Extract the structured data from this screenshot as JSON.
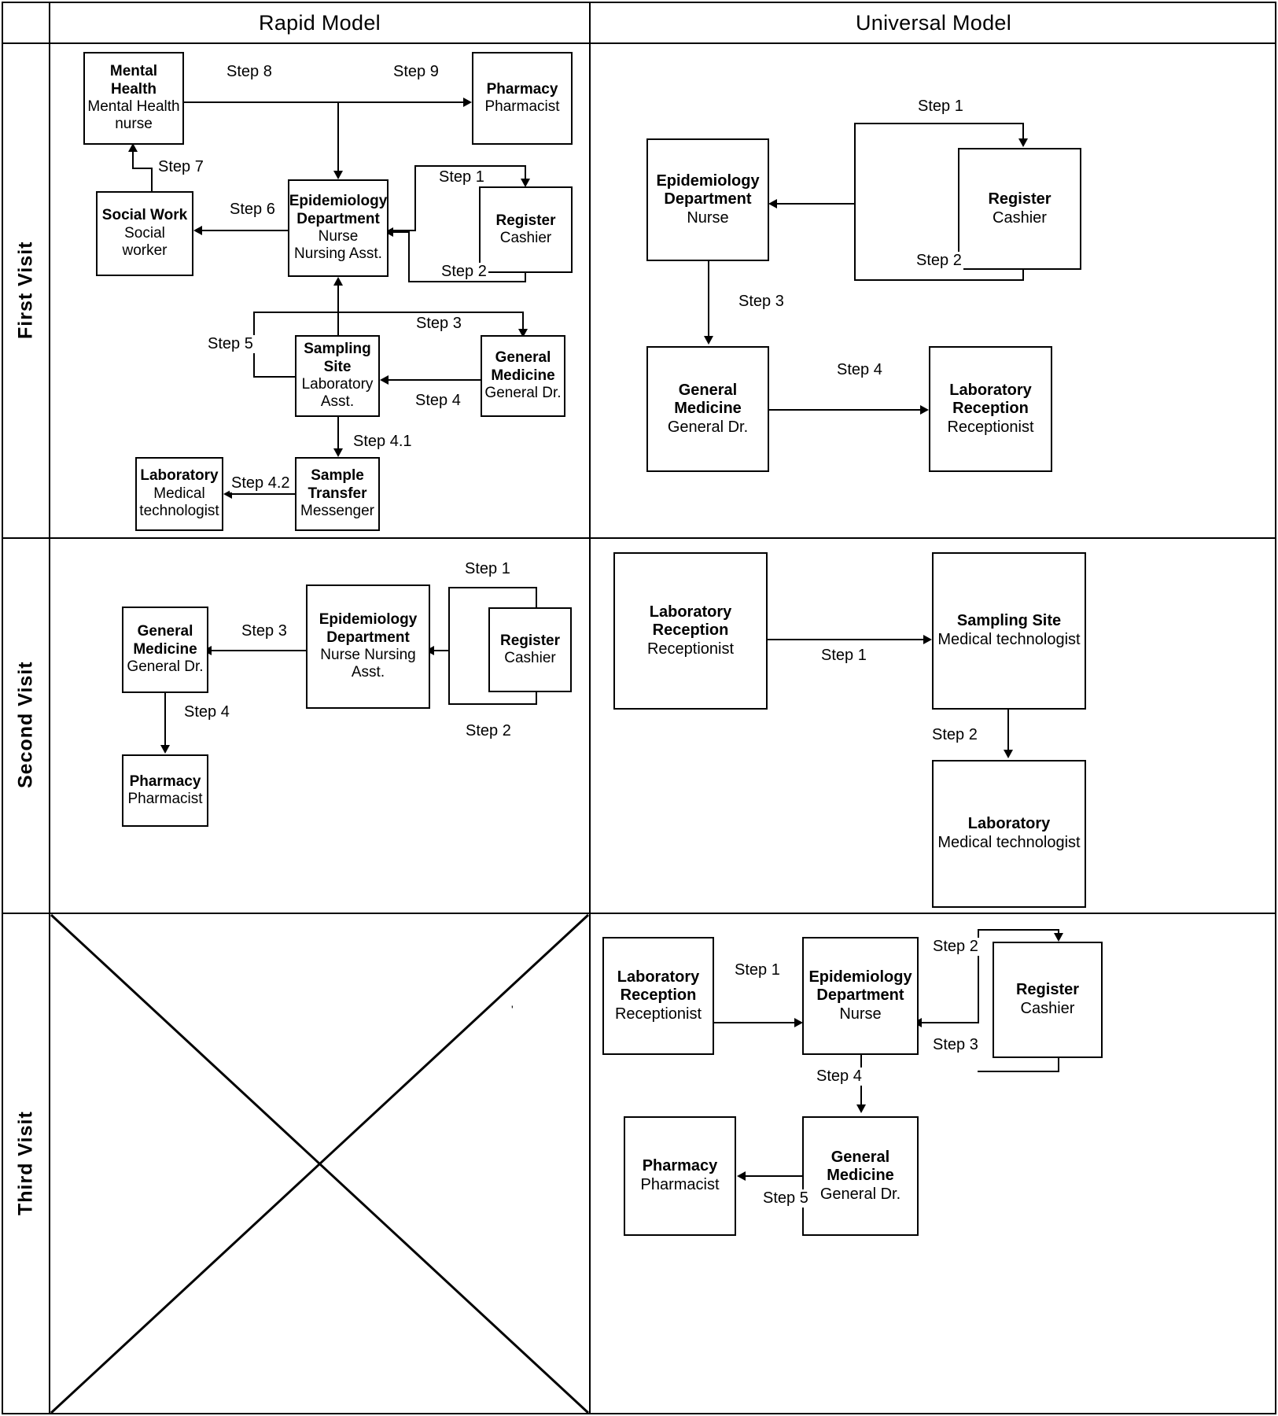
{
  "columns": [
    {
      "id": "rapid",
      "title": "Rapid Model"
    },
    {
      "id": "universal",
      "title": "Universal Model"
    }
  ],
  "rows": [
    {
      "id": "first",
      "label": "First Visit"
    },
    {
      "id": "second",
      "label": "Second Visit"
    },
    {
      "id": "third",
      "label": "Third Visit"
    }
  ],
  "nodes": {
    "r1_mental": {
      "title": "Mental Health",
      "sub": "Mental Health nurse"
    },
    "r1_pharmacy": {
      "title": "Pharmacy",
      "sub": "Pharmacist"
    },
    "r1_social": {
      "title": "Social Work",
      "sub": "Social worker"
    },
    "r1_epi": {
      "title": "Epidemiology Department",
      "sub": "Nurse Nursing Asst."
    },
    "r1_register": {
      "title": "Register",
      "sub": "Cashier"
    },
    "r1_sampling": {
      "title": "Sampling Site",
      "sub": "Laboratory Asst."
    },
    "r1_genmed": {
      "title": "General Medicine",
      "sub": "General Dr."
    },
    "r1_lab": {
      "title": "Laboratory",
      "sub": "Medical technologist"
    },
    "r1_transfer": {
      "title": "Sample Transfer",
      "sub": "Messenger"
    },
    "u1_epi": {
      "title": "Epidemiology Department",
      "sub": "Nurse"
    },
    "u1_register": {
      "title": "Register",
      "sub": "Cashier"
    },
    "u1_genmed": {
      "title": "General Medicine",
      "sub": "General Dr."
    },
    "u1_labrec": {
      "title": "Laboratory Reception",
      "sub": "Receptionist"
    },
    "r2_genmed": {
      "title": "General Medicine",
      "sub": "General Dr."
    },
    "r2_epi": {
      "title": "Epidemiology Department",
      "sub": "Nurse Nursing Asst."
    },
    "r2_register": {
      "title": "Register",
      "sub": "Cashier"
    },
    "r2_pharmacy": {
      "title": "Pharmacy",
      "sub": "Pharmacist"
    },
    "u2_labrec": {
      "title": "Laboratory Reception",
      "sub": "Receptionist"
    },
    "u2_sampling": {
      "title": "Sampling Site",
      "sub": "Medical technologist"
    },
    "u2_lab": {
      "title": "Laboratory",
      "sub": "Medical technologist"
    },
    "u3_labrec": {
      "title": "Laboratory Reception",
      "sub": "Receptionist"
    },
    "u3_epi": {
      "title": "Epidemiology Department",
      "sub": "Nurse"
    },
    "u3_register": {
      "title": "Register",
      "sub": "Cashier"
    },
    "u3_genmed": {
      "title": "General Medicine",
      "sub": "General Dr."
    },
    "u3_pharmacy": {
      "title": "Pharmacy",
      "sub": "Pharmacist"
    }
  },
  "step_labels": {
    "r1_s1": "Step 1",
    "r1_s2": "Step 2",
    "r1_s3": "Step 3",
    "r1_s4": "Step 4",
    "r1_s41": "Step 4.1",
    "r1_s42": "Step 4.2",
    "r1_s5": "Step 5",
    "r1_s6": "Step 6",
    "r1_s7": "Step 7",
    "r1_s8": "Step 8",
    "r1_s9": "Step 9",
    "u1_s1": "Step 1",
    "u1_s2": "Step 2",
    "u1_s3": "Step 3",
    "u1_s4": "Step 4",
    "r2_s1": "Step 1",
    "r2_s2": "Step 2",
    "r2_s3": "Step 3",
    "r2_s4": "Step 4",
    "u2_s1": "Step 1",
    "u2_s2": "Step 2",
    "u3_s1": "Step 1",
    "u3_s2": "Step 2",
    "u3_s3": "Step 3",
    "u3_s4": "Step 4",
    "u3_s5": "Step 5"
  },
  "third_visit_rapid": {
    "state": "not-applicable",
    "marker": "x-crossout"
  },
  "colors": {
    "line": "#000000",
    "background": "#ffffff",
    "text": "#000000"
  }
}
